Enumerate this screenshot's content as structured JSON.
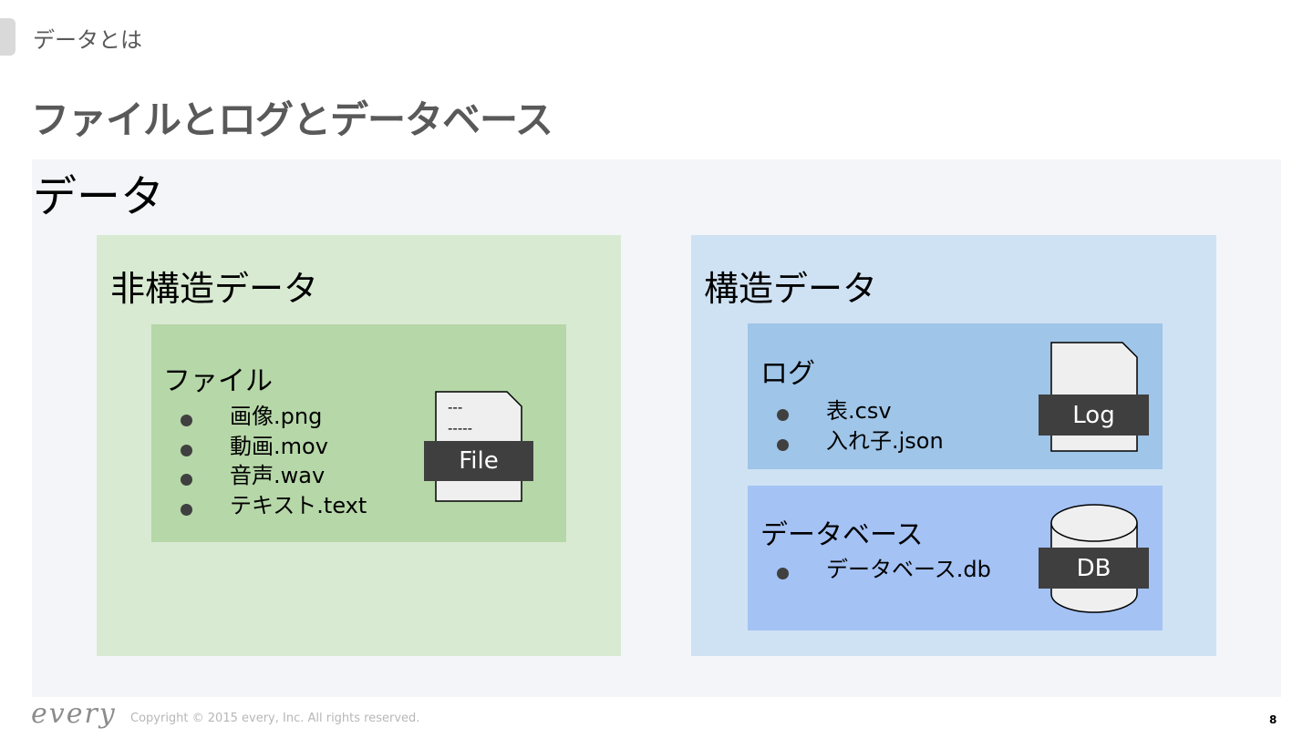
{
  "header": {
    "section_label": "データとは",
    "title": "ファイルとログとデータベース"
  },
  "data_panel": {
    "heading": "データ",
    "unstructured": {
      "heading": "非構造データ",
      "file_group": {
        "heading": "ファイル",
        "items": [
          "画像.png",
          "動画.mov",
          "音声.wav",
          "テキスト.text"
        ],
        "icon": {
          "name": "file-icon",
          "label": "File",
          "lines": [
            "---",
            "-----"
          ]
        }
      }
    },
    "structured": {
      "heading": "構造データ",
      "log_group": {
        "heading": "ログ",
        "items": [
          "表.csv",
          "入れ子.json"
        ],
        "icon": {
          "name": "log-file-icon",
          "label": "Log"
        }
      },
      "db_group": {
        "heading": "データベース",
        "items": [
          "データベース.db"
        ],
        "icon": {
          "name": "database-cylinder-icon",
          "label": "DB"
        }
      }
    }
  },
  "footer": {
    "logo": "every",
    "copyright": "Copyright © 2015 every, Inc. All rights reserved.",
    "page_number": "8"
  },
  "colors": {
    "data_panel_bg": "#f3f5f9",
    "unstructured_bg": "#d9ead3",
    "file_box_bg": "#b6d7a8",
    "structured_bg": "#cfe2f3",
    "log_box_bg": "#9fc5e8",
    "db_box_bg": "#a4c2f4",
    "icon_band": "#3f3f3f",
    "title_text": "#595959"
  }
}
